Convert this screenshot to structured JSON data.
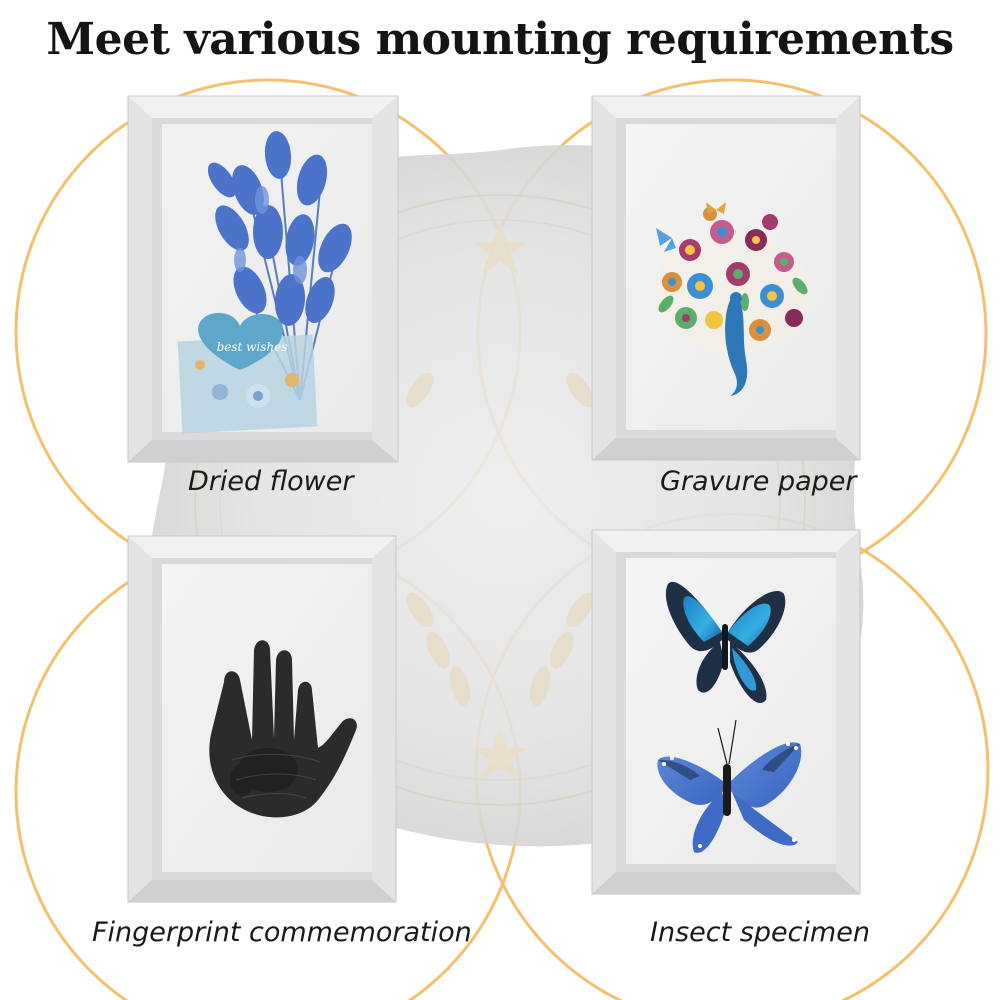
{
  "page": {
    "title": "Meet various mounting requirements"
  },
  "panels": [
    {
      "caption": "Dried flower",
      "content_icon": "dried-flower-bouquet-icon"
    },
    {
      "caption": "Gravure paper",
      "content_icon": "quilled-paper-peacock-icon"
    },
    {
      "caption": "Fingerprint commemoration",
      "content_icon": "handprint-icon"
    },
    {
      "caption": "Insect specimen",
      "content_icon": "butterflies-icon"
    }
  ],
  "card_text": "best wishes",
  "colors": {
    "arc": "#f2c16e",
    "frame": "#e9e9ea",
    "frame_inner": "#f4f4f4",
    "text": "#141414"
  }
}
